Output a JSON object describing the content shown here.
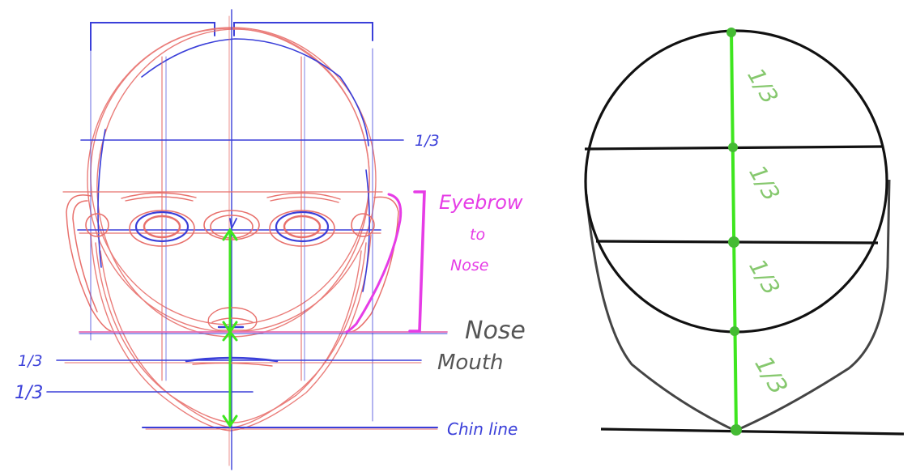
{
  "colors": {
    "sketch_red": "#e8706c",
    "sketch_blue": "#3a3fd9",
    "guide_green": "#3ee61f",
    "label_green": "#86c86e",
    "magenta": "#e63ce6",
    "ink": "#111111",
    "gray": "#444444"
  },
  "left_labels": {
    "top_third": "1/3",
    "eyebrow_to_nose_line1": "Eyebrow",
    "eyebrow_to_nose_line2": "to",
    "eyebrow_to_nose_line3": "Nose",
    "nose": "Nose",
    "mouth": "Mouth",
    "lower_third_a": "1/3",
    "lower_third_b": "1/3",
    "chin_line": "Chin line"
  },
  "right_labels": {
    "third_1": "1/3",
    "third_2": "1/3",
    "third_3": "1/3",
    "third_4": "1/3"
  }
}
